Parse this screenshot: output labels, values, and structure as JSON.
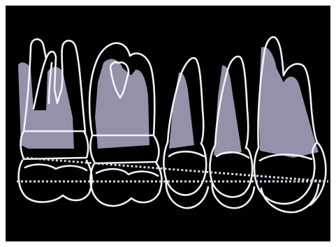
{
  "figure": {
    "background": "#000000",
    "outline_color": "#f2f2f7",
    "shadow_fill": "#9c99b3",
    "reference_line_color": "#d7d6e6",
    "teeth": [
      {
        "id": "tooth-1",
        "kind": "molar"
      },
      {
        "id": "tooth-2",
        "kind": "molar"
      },
      {
        "id": "tooth-3",
        "kind": "premolar"
      },
      {
        "id": "tooth-4",
        "kind": "premolar"
      },
      {
        "id": "tooth-5",
        "kind": "canine"
      }
    ],
    "reference_lines": [
      {
        "id": "occlusal-plane-line",
        "style": "dotted"
      },
      {
        "id": "horizontal-reference-line",
        "style": "dotted"
      }
    ]
  }
}
